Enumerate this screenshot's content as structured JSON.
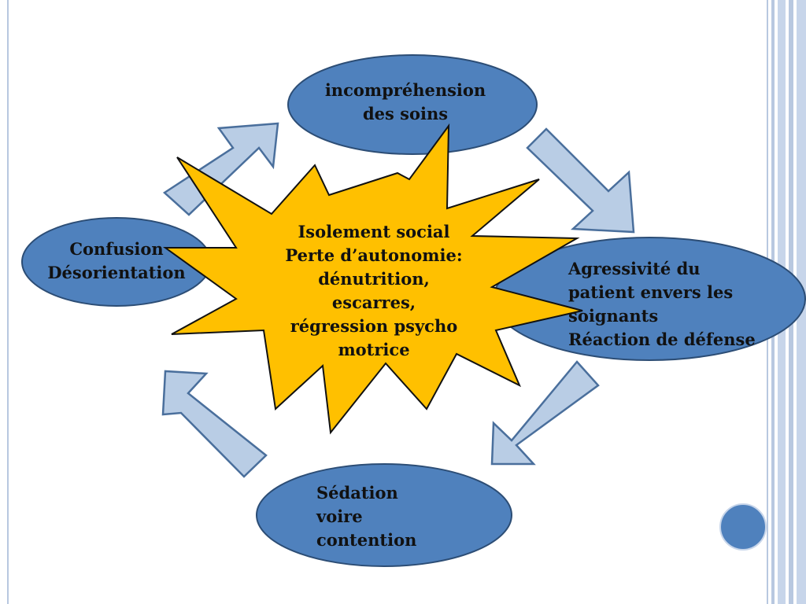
{
  "nodes": {
    "top": "incompréhension des soins",
    "top_line1": "incompréhension",
    "top_line2": "des soins",
    "left_line1": "Confusion",
    "left_line2": "Désorientation",
    "right_line1": "Agressivité du",
    "right_line2": "patient envers les",
    "right_line3": "soignants",
    "right_line4": "Réaction de défense",
    "bottom_line1": "Sédation",
    "bottom_line2": "voire",
    "bottom_line3": "contention"
  },
  "center": {
    "line1": "Isolement social",
    "line2": "Perte d’autonomie:",
    "line3": "dénutrition,",
    "line4": "escarres,",
    "line5": "régression psycho",
    "line6": "motrice"
  },
  "colors": {
    "ellipse_fill": "#4f81bd",
    "ellipse_stroke": "#2c4d75",
    "arrow_fill": "#b9cde5",
    "arrow_stroke": "#4a6f9c",
    "star_fill": "#ffc000",
    "frame_stripes": "#b8c8e0"
  }
}
